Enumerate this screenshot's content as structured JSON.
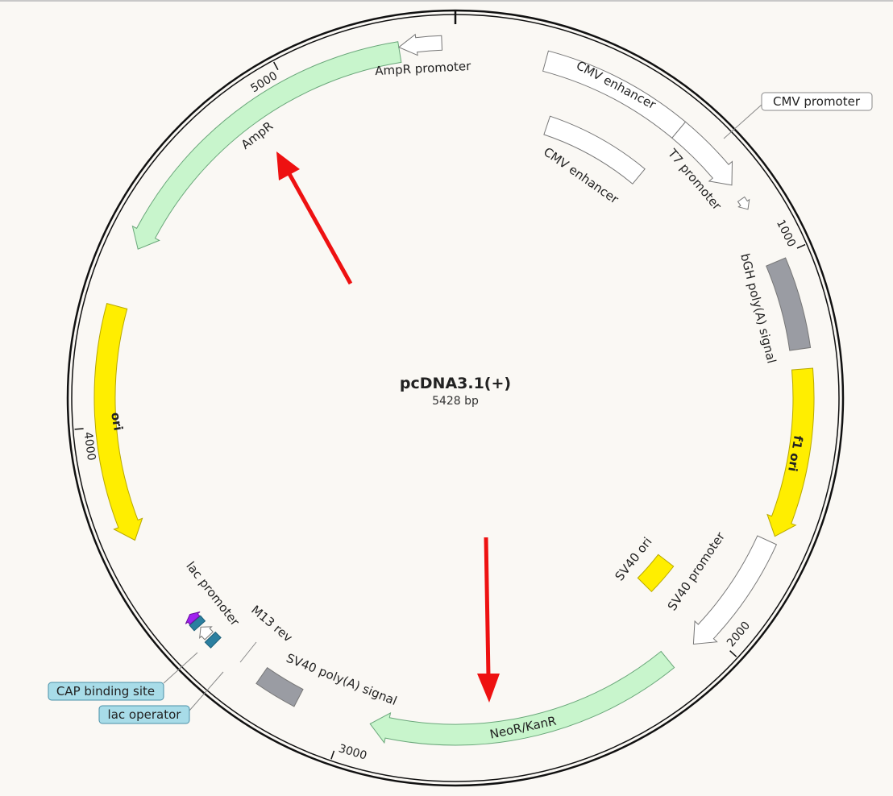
{
  "plasmid": {
    "name": "pcDNA3.1(+)",
    "length_label": "5428 bp",
    "length": 5428
  },
  "ticks": [
    {
      "bp": 1000,
      "label": "1000"
    },
    {
      "bp": 2000,
      "label": "2000"
    },
    {
      "bp": 3000,
      "label": "3000"
    },
    {
      "bp": 4000,
      "label": "4000"
    },
    {
      "bp": 5000,
      "label": "5000"
    }
  ],
  "features": [
    {
      "label": "CMV enhancer",
      "start": 226,
      "end": 600,
      "direction": "none",
      "color": "#ffffff"
    },
    {
      "label": "CMV promoter",
      "start": 600,
      "end": 790,
      "direction": "forward",
      "color": "#ffffff"
    },
    {
      "label": "CMV enhancer",
      "start": 280,
      "end": 597,
      "direction": "none",
      "color": "#ffffff"
    },
    {
      "label": "T7 promoter",
      "start": 832,
      "end": 862,
      "direction": "forward",
      "color": "#ffffff"
    },
    {
      "label": "bGH poly(A) signal",
      "start": 1010,
      "end": 1235,
      "direction": "none",
      "color": "#9a9ca3"
    },
    {
      "label": "f1 ori",
      "start": 1285,
      "end": 1710,
      "direction": "forward",
      "color": "#ffee00"
    },
    {
      "label": "SV40 promoter",
      "start": 1727,
      "end": 2050,
      "direction": "forward",
      "color": "#ffffff"
    },
    {
      "label": "SV40 ori",
      "start": 1925,
      "end": 2030,
      "direction": "none",
      "color": "#ffee00"
    },
    {
      "label": "NeoR/KanR",
      "start": 2125,
      "end": 2935,
      "direction": "forward",
      "color": "#c8f5cc"
    },
    {
      "label": "SV40 poly(A) signal",
      "start": 3130,
      "end": 3240,
      "direction": "none",
      "color": "#9a9ca3"
    },
    {
      "label": "CAP binding site",
      "start": 3383,
      "end": 3403,
      "direction": "none",
      "color": "#2b7fa0"
    },
    {
      "label": "lac promoter",
      "start": 3408,
      "end": 3438,
      "direction": "forward",
      "color": "#ffffff"
    },
    {
      "label": "lac operator",
      "start": 3442,
      "end": 3460,
      "direction": "none",
      "color": "#2b7fa0"
    },
    {
      "label": "M13 rev",
      "start": 3461,
      "end": 3480,
      "direction": "forward",
      "color": "#a020f0"
    },
    {
      "label": "ori",
      "start": 3710,
      "end": 4300,
      "direction": "reverse",
      "color": "#ffee00"
    },
    {
      "label": "AmpR",
      "start": 4450,
      "end": 5290,
      "direction": "reverse",
      "color": "#c8f5cc"
    },
    {
      "label": "AmpR promoter",
      "start": 5290,
      "end": 5395,
      "direction": "reverse",
      "color": "#ffffff"
    }
  ],
  "annotation_colors": {
    "arrow": "#ee1111",
    "backbone": "#111111"
  }
}
